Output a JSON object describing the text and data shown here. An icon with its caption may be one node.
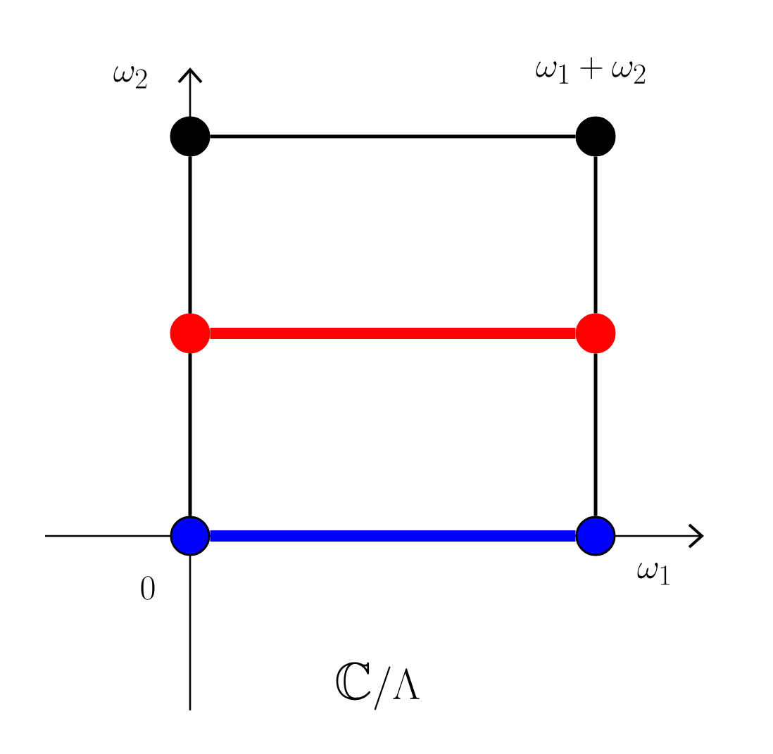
{
  "diagram": {
    "nodes": [
      {
        "text": [],
        "shape": "circle",
        "beside": [
          "\\omega_2"
        ]
      },
      {
        "text": [],
        "shape": "circle",
        "beside": [
          "\\omega_1 + \\omega_2"
        ]
      },
      {
        "text": [],
        "shape": "circle"
      },
      {
        "text": [],
        "shape": "circle"
      },
      {
        "text": [],
        "shape": "circle",
        "beside": [
          "0"
        ]
      },
      {
        "text": [],
        "shape": "circle",
        "beside": [
          "\\omega_1"
        ]
      }
    ],
    "edges": [
      {
        "from": 0,
        "to": 1,
        "arrow": "none"
      },
      {
        "from": 0,
        "to": 2,
        "arrow": "none"
      },
      {
        "from": 2,
        "to": 4,
        "arrow": "none"
      },
      {
        "from": 1,
        "to": 3,
        "arrow": "none"
      },
      {
        "from": 3,
        "to": 5,
        "arrow": "none"
      },
      {
        "from": 2,
        "to": 3,
        "arrow": "none",
        "style": "thick",
        "color": "#ff0000"
      },
      {
        "from": 4,
        "to": 5,
        "arrow": "none",
        "style": "thick",
        "color": "#0000ff"
      }
    ],
    "labels": [
      "\\mathbb{C}/\\Lambda"
    ]
  }
}
